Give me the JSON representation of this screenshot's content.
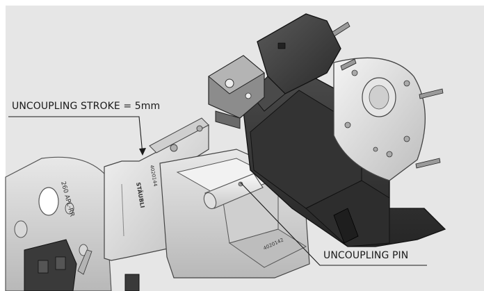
{
  "callouts": {
    "uncoupling_stroke": "UNCOUPLING STROKE = 5mm",
    "uncoupling_pin": "UNCOUPLING PIN"
  },
  "markings": {
    "left_flange_text": "260 APL-RR",
    "left_part_number": "4020144",
    "right_part_number": "4020142",
    "brand": "STÄUBLI"
  },
  "colors": {
    "background": "#e6e6e6",
    "dark_body": "#3a3a3a",
    "light_metal": "#d4d4d4",
    "leader_line": "#1a1a1a"
  }
}
